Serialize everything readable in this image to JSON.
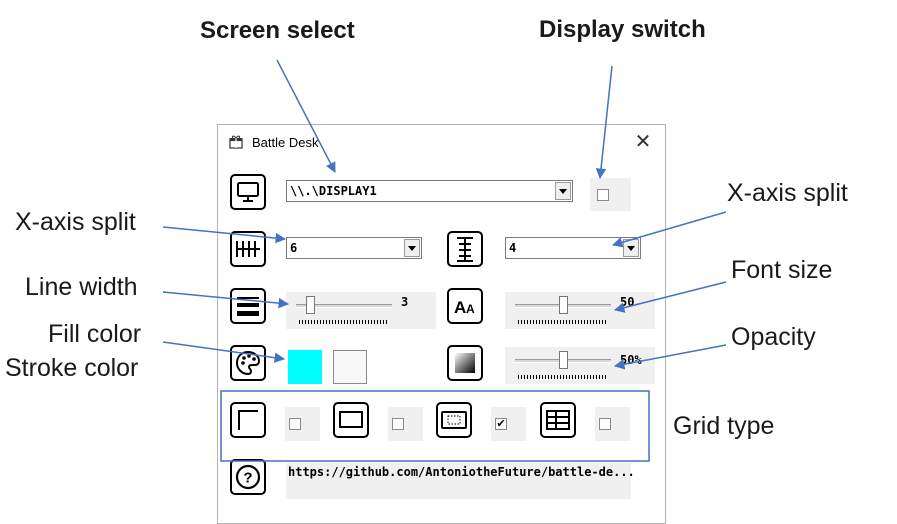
{
  "callouts": {
    "screen_select": "Screen select",
    "display_switch": "Display switch",
    "x_axis_split_left": "X-axis split",
    "x_axis_split_right": "X-axis split",
    "line_width": "Line width",
    "font_size": "Font size",
    "fill_color": "Fill color",
    "stroke_color": "Stroke color",
    "opacity": "Opacity",
    "grid_type": "Grid type"
  },
  "window": {
    "title": "Battle Desk",
    "close_glyph": "✕"
  },
  "screen": {
    "selected": "\\\\.\\DISPLAY1",
    "display_switch_checked": false
  },
  "x_split": {
    "selected": "6"
  },
  "y_split": {
    "selected": "4"
  },
  "line_width": {
    "value": "3",
    "level": 0.15
  },
  "font_size": {
    "value": "50",
    "level": 0.5
  },
  "opacity": {
    "value": "50%",
    "level": 0.5
  },
  "colors": {
    "fill": "#00ffff",
    "stroke": "#f8f8f8",
    "arrow": "#4472c4"
  },
  "grid_types": [
    {
      "icon": "corner-grid-icon",
      "checked": false
    },
    {
      "icon": "rectangle-grid-icon",
      "checked": false
    },
    {
      "icon": "dotted-rectangle-grid-icon",
      "checked": true,
      "mark": "✔"
    },
    {
      "icon": "table-grid-icon",
      "checked": false
    }
  ],
  "help": {
    "icon": "help-icon",
    "url": "https://github.com/AntoniotheFuture/battle-de..."
  }
}
